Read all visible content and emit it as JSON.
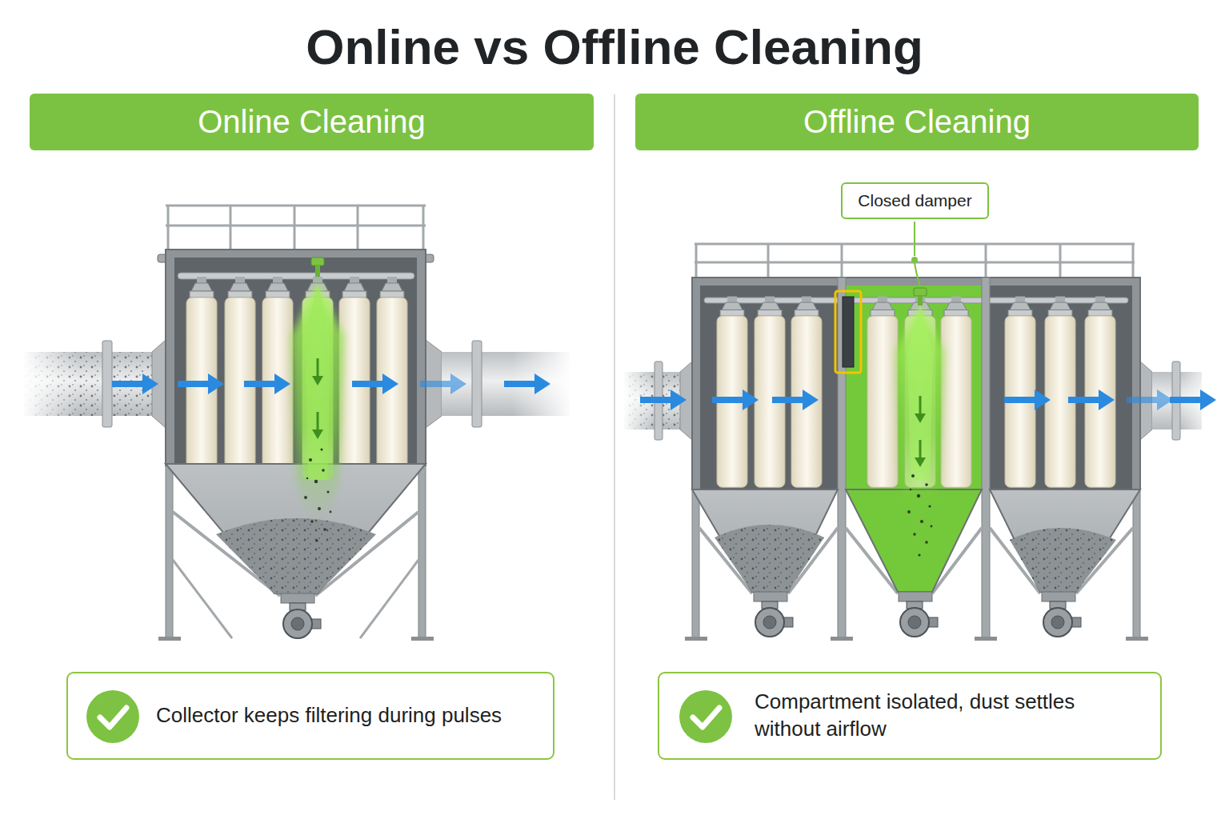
{
  "diagram": {
    "title": "Online vs Offline Cleaning",
    "nodes": [
      {
        "text": [
          "Online Cleaning"
        ]
      },
      {
        "text": [
          "Offline Cleaning"
        ]
      },
      {
        "text": [
          "Closed damper"
        ]
      },
      {
        "text": [
          "Collector keeps filtering during pulses"
        ]
      },
      {
        "text": [
          "Compartment isolated, dust settles without airflow"
        ]
      }
    ]
  }
}
